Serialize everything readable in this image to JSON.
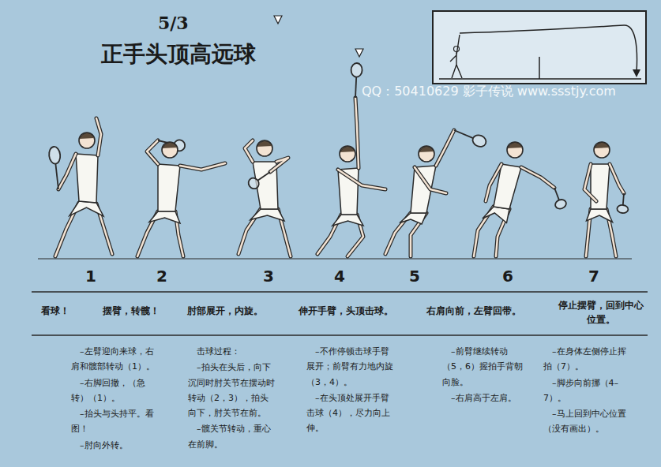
{
  "diagram": {
    "title": "正手头顶高远球",
    "labels": [
      "5/3",
      "1",
      "2",
      "3",
      "4",
      "5",
      "6",
      "7",
      "看球！",
      "摆臂，转髋！",
      "肘部展开，内旋。",
      "伸开手臂，头顶击球。",
      "右肩向前，左臂回带。",
      "停止摆臂，回到中心位置。",
      "–左臂迎向来球，右肩和髋部转动（1）。",
      "–右脚回撤，（急转）（1）。",
      "–抬头与头持平。看图！",
      "–肘向外转。",
      "击球过程：",
      "–拍头在头后，向下沉同时肘关节在摆动时转动（2，3），拍头向下，肘关节在前。",
      "–髋关节转动，重心在前脚。",
      "–不作停顿击球手臂展开；前臂有力地内旋（3，4）。",
      "–在头顶处展开手臂击球（4），尽力向上伸。",
      "–前臂继续转动（5，6）握拍手背朝向脸。",
      "–右肩高于左肩。",
      "–在身体左侧停止挥拍（7）。",
      "–脚步向前挪（4–7）。",
      "–马上回到中心位置（没有画出）。",
      "QQ：50410629 影子传说 www.ssstjy.com"
    ]
  }
}
